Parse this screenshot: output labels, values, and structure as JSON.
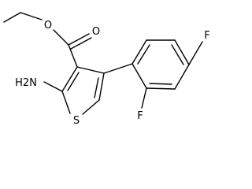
{
  "molecule": {
    "atom_labels": {
      "carbonyl_oxygen": "O",
      "ester_oxygen": "O",
      "amino_group": "H2N",
      "ring_sulfur": "S",
      "fluorine_para": "F",
      "fluorine_ortho": "F"
    }
  }
}
